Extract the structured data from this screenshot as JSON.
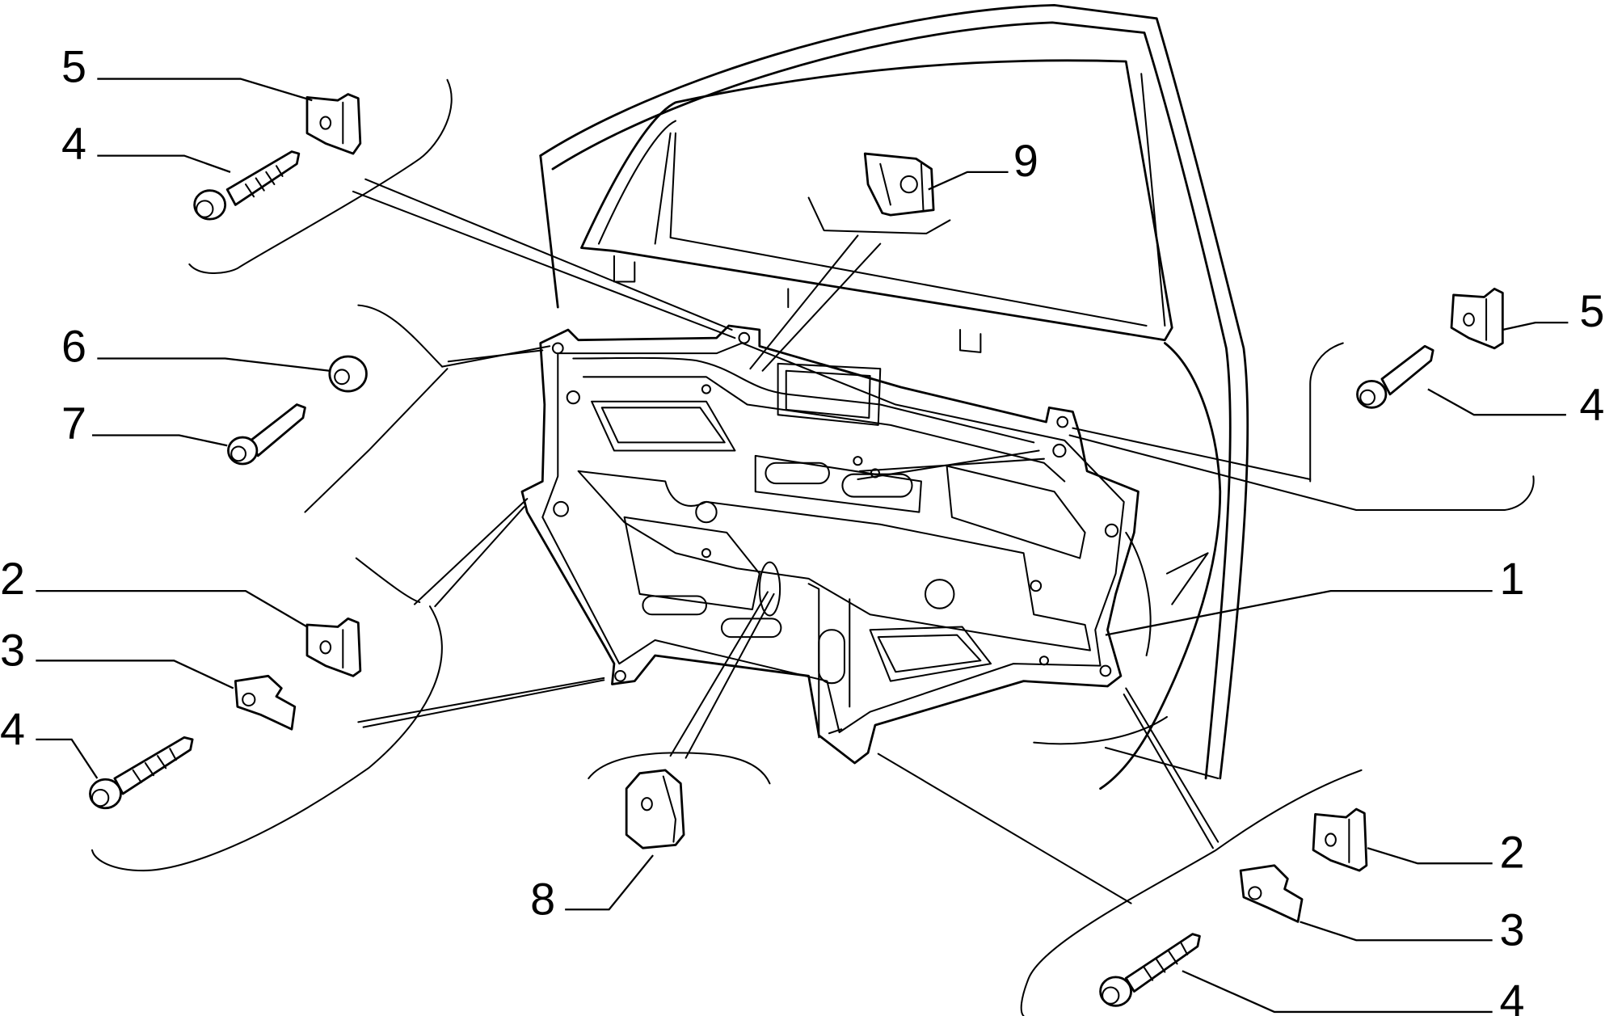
{
  "title": "",
  "callouts": [
    {
      "id": "c5_tl",
      "label": "5",
      "part": "clip"
    },
    {
      "id": "c4_tl",
      "label": "4",
      "part": "screw"
    },
    {
      "id": "c6",
      "label": "6",
      "part": "nut"
    },
    {
      "id": "c7",
      "label": "7",
      "part": "bolt"
    },
    {
      "id": "c2_l",
      "label": "2",
      "part": "clip"
    },
    {
      "id": "c3_l",
      "label": "3",
      "part": "clip"
    },
    {
      "id": "c4_l",
      "label": "4",
      "part": "screw"
    },
    {
      "id": "c9",
      "label": "9",
      "part": "bracket"
    },
    {
      "id": "c5_r",
      "label": "5",
      "part": "clip"
    },
    {
      "id": "c4_r",
      "label": "4",
      "part": "bolt"
    },
    {
      "id": "c1",
      "label": "1",
      "part": "door-panel"
    },
    {
      "id": "c8",
      "label": "8",
      "part": "plug"
    },
    {
      "id": "c2_br",
      "label": "2",
      "part": "clip"
    },
    {
      "id": "c3_br",
      "label": "3",
      "part": "clip"
    },
    {
      "id": "c4_br",
      "label": "4",
      "part": "screw"
    }
  ]
}
